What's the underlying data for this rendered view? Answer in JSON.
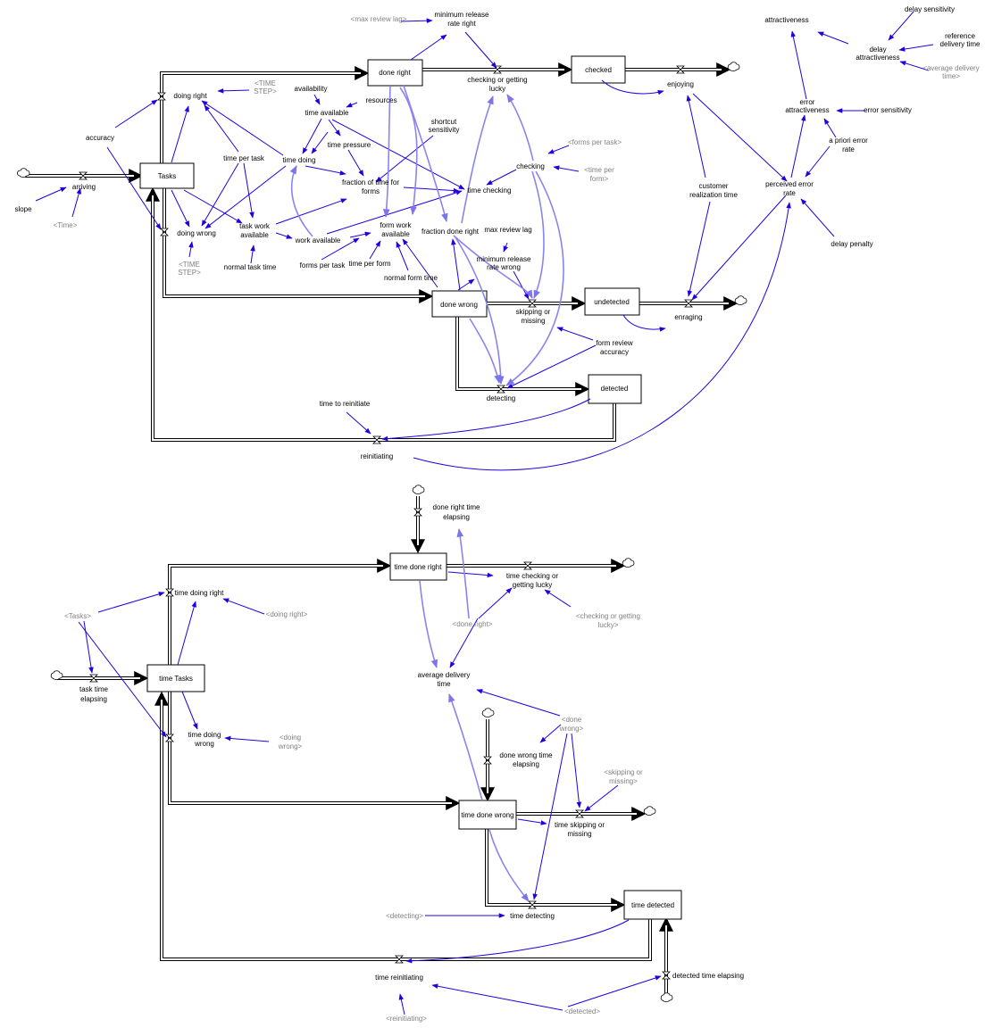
{
  "stocks": {
    "tasks": "Tasks",
    "done_right": "done right",
    "checked": "checked",
    "done_wrong": "done wrong",
    "undetected": "undetected",
    "detected": "detected",
    "time_done_right": "time done right",
    "time_tasks": "time Tasks",
    "time_done_wrong": "time done wrong",
    "time_detected": "time detected"
  },
  "flows": {
    "arriving": "arriving",
    "doing_right": "doing right",
    "doing_wrong": "doing wrong",
    "checking_or_getting_lucky": [
      "checking or getting",
      "lucky"
    ],
    "enjoying": "enjoying",
    "skipping_or_missing": [
      "skipping or",
      "missing"
    ],
    "enraging": "enraging",
    "detecting": "detecting",
    "reinitiating": "reinitiating",
    "task_time_elapsing": [
      "task time",
      "elapsing"
    ],
    "time_doing_right": "time doing right",
    "time_doing_wrong": [
      "time doing",
      "wrong"
    ],
    "time_checking_or_getting_lucky": [
      "time checking or",
      "getting lucky"
    ],
    "time_skipping_or_missing": [
      "time skipping or",
      "missing"
    ],
    "time_detecting": "time detecting",
    "time_reinitiating": "time reinitiating",
    "done_right_time_elapsing": [
      "done right time",
      "elapsing"
    ],
    "done_wrong_time_elapsing": [
      "done wrong time",
      "elapsing"
    ],
    "detected_time_elapsing": "detected time elapsing"
  },
  "variables": {
    "accuracy": "accuracy",
    "slope": "slope",
    "time_per_task": "time per task",
    "availability": "availability",
    "time_available": "time available",
    "resources": "resources",
    "time_pressure": "time pressure",
    "time_doing": "time doing",
    "shortcut_sensitivity": [
      "shortcut",
      "sensitivity"
    ],
    "fraction_of_time_for_forms": [
      "fraction of time for",
      "forms"
    ],
    "task_work_available": [
      "task work",
      "available"
    ],
    "normal_task_time": "normal task time",
    "work_available": "work available",
    "forms_per_task": "forms per task",
    "time_per_form": "time per form",
    "form_work_available": [
      "form work",
      "available"
    ],
    "normal_form_time": "normal form time",
    "time_checking": "time checking",
    "checking": "checking",
    "fraction_done_right": "fraction done right",
    "max_review_lag": "max review lag",
    "minimum_release_rate_wrong": [
      "minimum release",
      "rate wrong"
    ],
    "minimum_release_rate_right": [
      "minimum release",
      "rate right"
    ],
    "form_review_accuracy": [
      "form review",
      "accuracy"
    ],
    "time_to_reinitiate": "time to reinitiate",
    "customer_realization_time": [
      "customer",
      "realization time"
    ],
    "perceived_error_rate": [
      "perceived error",
      "rate"
    ],
    "delay_penalty": "delay penalty",
    "error_attractiveness": [
      "error",
      "attractiveness"
    ],
    "error_sensitivity": "error sensitivity",
    "a_priori_error_rate": [
      "a priori error",
      "rate"
    ],
    "attractiveness": "attractiveness",
    "delay_attractiveness": [
      "delay",
      "attractiveness"
    ],
    "delay_sensitivity": "delay sensitivity",
    "reference_delivery_time": [
      "reference",
      "delivery time"
    ],
    "average_delivery_time": [
      "average delivery",
      "time"
    ]
  },
  "shadows": {
    "time_step_top": [
      "<TIME",
      "STEP>"
    ],
    "time_step_bottom": [
      "<TIME",
      "STEP>"
    ],
    "time": "<Time>",
    "max_review_lag": "<max review lag>",
    "forms_per_task": "<forms per task>",
    "time_per_form": [
      "<time per",
      "form>"
    ],
    "average_delivery_time": [
      "<average delivery",
      "time>"
    ],
    "tasks": "<Tasks>",
    "doing_right": "<doing right>",
    "doing_wrong": [
      "<doing",
      "wrong>"
    ],
    "done_right": "<done right>",
    "checking_or_getting_lucky": [
      "<checking or getting",
      "lucky>"
    ],
    "done_wrong": [
      "<done",
      "wrong>"
    ],
    "skipping_or_missing": [
      "<skipping or",
      "missing>"
    ],
    "detecting": "<detecting>",
    "detected": "<detected>",
    "reinitiating": "<reinitiating>"
  }
}
